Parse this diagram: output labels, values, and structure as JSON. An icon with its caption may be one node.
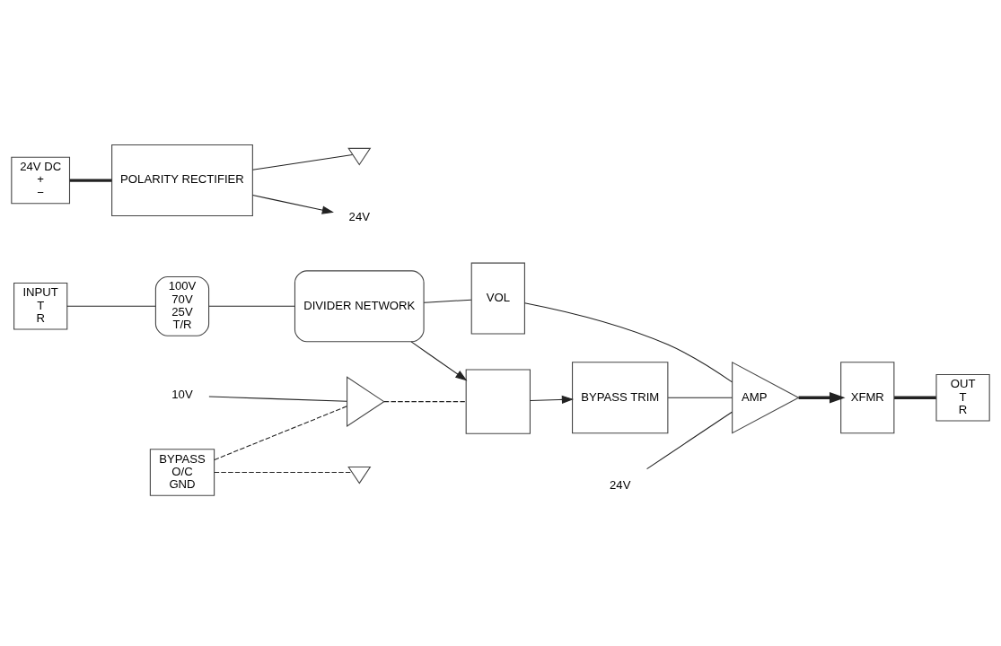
{
  "diagram": {
    "nodes": [
      {
        "text": [
          "24V DC",
          "+",
          "−"
        ]
      },
      {
        "text": [
          "POLARITY RECTIFIER"
        ]
      },
      {
        "text": [
          "24V"
        ]
      },
      {
        "text": [],
        "shape": "triangle"
      },
      {
        "text": [
          "INPUT",
          "T",
          "R"
        ]
      },
      {
        "text": [
          "100V",
          "70V",
          "25V",
          "T/R"
        ]
      },
      {
        "text": [
          "DIVIDER NETWORK"
        ]
      },
      {
        "text": [
          "VOL"
        ]
      },
      {
        "text": [],
        "shape": "box"
      },
      {
        "text": [
          "BYPASS TRIM"
        ]
      },
      {
        "text": [
          "AMP"
        ]
      },
      {
        "text": [
          "24V"
        ]
      },
      {
        "text": [
          "XFMR"
        ]
      },
      {
        "text": [
          "OUT",
          "T",
          "R"
        ]
      },
      {
        "text": [
          "BYPASS",
          "O/C",
          "GND"
        ]
      },
      {
        "text": [
          "10V"
        ]
      },
      {
        "text": [],
        "shape": "triangle"
      },
      {
        "text": [],
        "shape": "triangle"
      }
    ],
    "edges": [
      {
        "from": 0,
        "to": 1,
        "arrow": "none",
        "style": "thick"
      },
      {
        "from": 1,
        "to": 2,
        "arrow": "to"
      },
      {
        "from": 1,
        "to": 3,
        "arrow": "none"
      },
      {
        "from": 4,
        "to": 5,
        "arrow": "none"
      },
      {
        "from": 5,
        "to": 6,
        "arrow": "none"
      },
      {
        "from": 6,
        "to": 7,
        "arrow": "none"
      },
      {
        "from": 6,
        "to": 8,
        "arrow": "to"
      },
      {
        "from": 7,
        "to": 10,
        "arrow": "none"
      },
      {
        "from": 8,
        "to": 9,
        "arrow": "to"
      },
      {
        "from": 9,
        "to": 10,
        "arrow": "none"
      },
      {
        "from": 11,
        "to": 10,
        "arrow": "none"
      },
      {
        "from": 10,
        "to": 12,
        "arrow": "to",
        "style": "thick"
      },
      {
        "from": 12,
        "to": 13,
        "arrow": "none",
        "style": "thick"
      },
      {
        "from": 14,
        "to": 16,
        "arrow": "none",
        "style": "dashed"
      },
      {
        "from": 15,
        "to": 16,
        "arrow": "none"
      },
      {
        "from": 16,
        "to": 8,
        "arrow": "none",
        "style": "dashed"
      },
      {
        "from": 14,
        "to": 17,
        "arrow": "none",
        "style": "dashed"
      }
    ]
  }
}
